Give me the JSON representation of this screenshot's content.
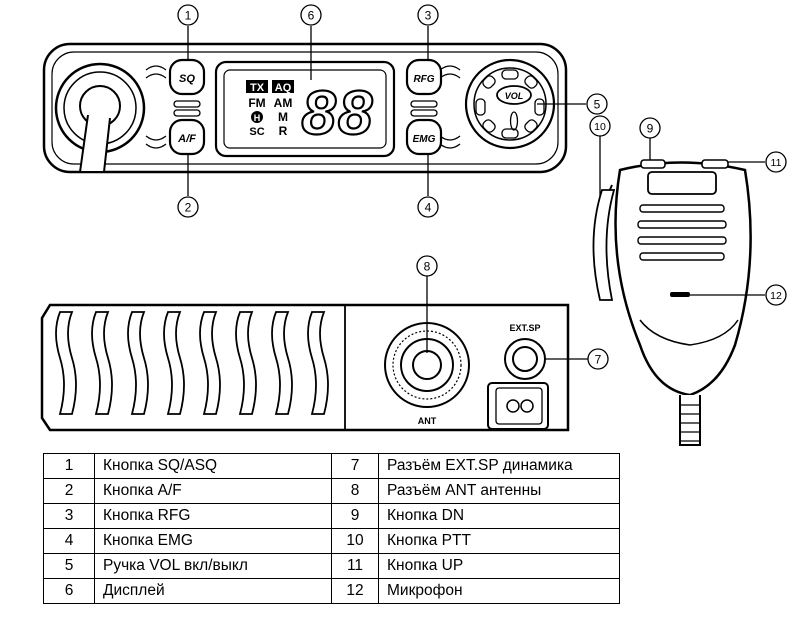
{
  "callouts": [
    "1",
    "2",
    "3",
    "4",
    "5",
    "6",
    "7",
    "8",
    "9",
    "10",
    "11",
    "12"
  ],
  "front_panel": {
    "btn_sq": "SQ",
    "btn_af": "A/F",
    "btn_rfg": "RFG",
    "btn_emg": "EMG",
    "knob_vol": "VOL",
    "lcd": {
      "tx": "TX",
      "aq": "AQ",
      "fm": "FM",
      "am": "AM",
      "h": "H",
      "m": "M",
      "sc": "SC",
      "r": "R",
      "digits": "88"
    }
  },
  "rear_panel": {
    "ext_sp": "EXT.SP",
    "ant": "ANT"
  },
  "legend": {
    "rows": [
      {
        "n1": "1",
        "l1": "Кнопка SQ/ASQ",
        "n2": "7",
        "l2": "Разъём EXT.SP динамика"
      },
      {
        "n1": "2",
        "l1": "Кнопка A/F",
        "n2": "8",
        "l2": "Разъём ANT антенны"
      },
      {
        "n1": "3",
        "l1": "Кнопка RFG",
        "n2": "9",
        "l2": "Кнопка DN"
      },
      {
        "n1": "4",
        "l1": "Кнопка EMG",
        "n2": "10",
        "l2": "Кнопка PTT"
      },
      {
        "n1": "5",
        "l1": "Ручка VOL вкл/выкл",
        "n2": "11",
        "l2": "Кнопка UP"
      },
      {
        "n1": "6",
        "l1": "Дисплей",
        "n2": "12",
        "l2": "Микрофон"
      }
    ]
  }
}
